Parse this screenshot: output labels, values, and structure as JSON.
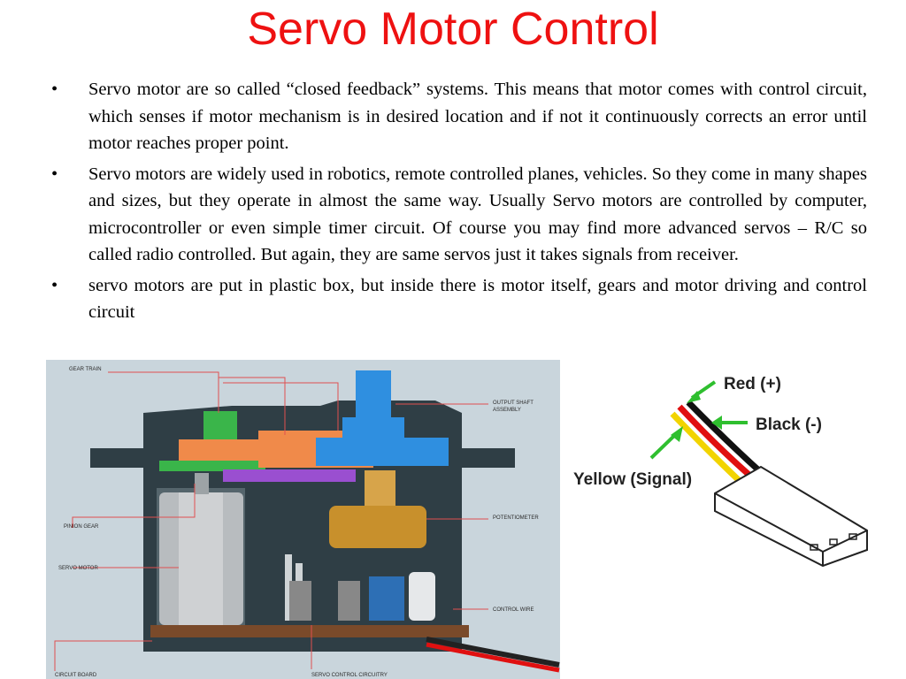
{
  "slide": {
    "title": "Servo Motor Control",
    "bullets": [
      "Servo motor are so called “closed feedback” systems. This means that motor comes with control circuit, which senses if motor mechanism is in desired location and if not it continuously corrects an error until motor reaches proper point.",
      "Servo motors are widely used in robotics, remote controlled planes, vehicles. So they come in many shapes and sizes, but they operate in almost the same way. Usually Servo motors are controlled by computer, microcontroller or even simple timer circuit. Of course you may find more advanced servos – R/C so called radio controlled. But again, they are same servos just it takes signals from receiver.",
      "servo motors are put in plastic box, but inside there is motor itself, gears and motor driving and control circuit"
    ],
    "bullet_symbol": "•"
  },
  "diagram": {
    "labels": {
      "gear_train": "GEAR TRAIN",
      "output_shaft_1": "OUTPUT SHAFT",
      "output_shaft_2": "ASSEMBLY",
      "potentiometer": "POTENTIOMETER",
      "pinion_gear": "PINION GEAR",
      "servo_motor": "SERVO MOTOR",
      "control_wire": "CONTROL WIRE",
      "circuit_board": "CIRCUIT BOARD",
      "servo_control_circuitry": "SERVO CONTROL CIRCUITRY"
    },
    "colors": {
      "background": "#c9d5dc",
      "case": "#2f3e45",
      "label_line": "#e05050",
      "gear_green": "#3ab54a",
      "gear_blue": "#2f8fe0",
      "gear_orange": "#f08a4a",
      "gear_purple": "#9a4fd0",
      "pot": "#c8902c"
    }
  },
  "wires": {
    "red": "Red (+)",
    "black": "Black (-)",
    "yellow": "Yellow (Signal)",
    "colors": {
      "red": "#e01010",
      "black": "#111111",
      "yellow": "#f2d400",
      "arrow": "#2fbf2f"
    }
  }
}
